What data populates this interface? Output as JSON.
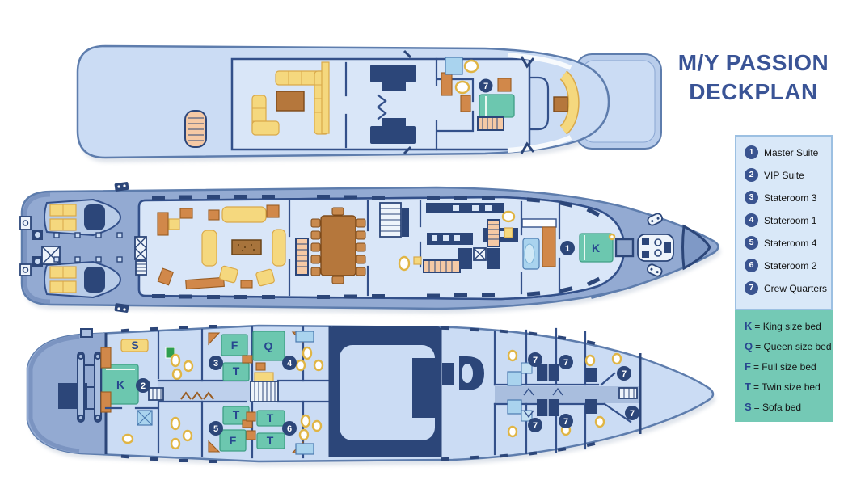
{
  "title": {
    "line1": "M/Y PASSION",
    "line2": "DECKPLAN"
  },
  "room_legend": {
    "items": [
      {
        "num": "1",
        "label": "Master Suite"
      },
      {
        "num": "2",
        "label": "VIP Suite"
      },
      {
        "num": "3",
        "label": "Stateroom 3"
      },
      {
        "num": "4",
        "label": "Stateroom 1"
      },
      {
        "num": "5",
        "label": "Stateroom 4"
      },
      {
        "num": "6",
        "label": "Stateroom 2"
      },
      {
        "num": "7",
        "label": "Crew Quarters"
      }
    ]
  },
  "bed_legend": {
    "items": [
      {
        "letter": "K",
        "label": "= King size bed"
      },
      {
        "letter": "Q",
        "label": "= Queen size bed"
      },
      {
        "letter": "F",
        "label": "= Full size bed"
      },
      {
        "letter": "T",
        "label": "= Twin size bed"
      },
      {
        "letter": "S",
        "label": "= Sofa bed"
      }
    ]
  },
  "deck_markers": {
    "top": [
      {
        "kind": "room",
        "value": "7"
      }
    ],
    "main": [
      {
        "kind": "room",
        "value": "1"
      },
      {
        "kind": "bed",
        "value": "K"
      }
    ],
    "lower": [
      {
        "kind": "bed",
        "value": "S"
      },
      {
        "kind": "room",
        "value": "2"
      },
      {
        "kind": "bed",
        "value": "K"
      },
      {
        "kind": "room",
        "value": "3"
      },
      {
        "kind": "bed",
        "value": "F"
      },
      {
        "kind": "bed",
        "value": "T"
      },
      {
        "kind": "room",
        "value": "4"
      },
      {
        "kind": "bed",
        "value": "Q"
      },
      {
        "kind": "room",
        "value": "5"
      },
      {
        "kind": "bed",
        "value": "T"
      },
      {
        "kind": "bed",
        "value": "F"
      },
      {
        "kind": "room",
        "value": "6"
      },
      {
        "kind": "bed",
        "value": "T"
      },
      {
        "kind": "bed",
        "value": "T"
      },
      {
        "kind": "room",
        "value": "7"
      },
      {
        "kind": "room",
        "value": "7"
      },
      {
        "kind": "room",
        "value": "7"
      },
      {
        "kind": "room",
        "value": "7"
      },
      {
        "kind": "room",
        "value": "7"
      },
      {
        "kind": "room",
        "value": "7"
      }
    ]
  },
  "colors": {
    "title_blue": "#3a5496",
    "legend_panel_bg": "#d9e8f8",
    "legend_panel_border": "#9cc0e2",
    "bed_panel_bg": "#74c9b5",
    "marker_navy": "#2c4679",
    "bed_letter_blue": "#27478f",
    "hull_light": "#cbdcf4",
    "deck_medium": "#93aad2",
    "bed_green": "#6cc7af",
    "sofa_yellow": "#f5d87e",
    "wood_orange": "#d1884a",
    "table_brown": "#b5773c"
  }
}
